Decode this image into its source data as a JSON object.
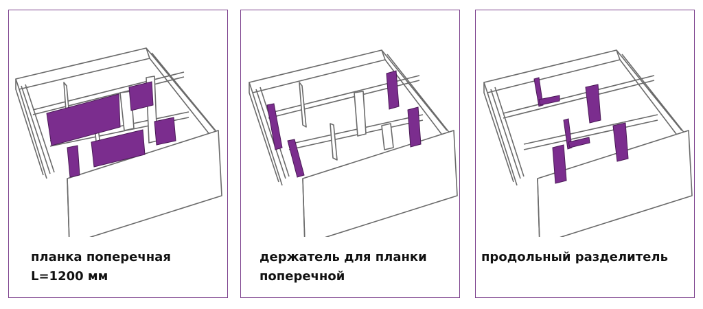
{
  "colors": {
    "accent": "#7b2d8e",
    "frame": "#7b3f8c",
    "line": "#6a6a6a"
  },
  "panels": [
    {
      "caption_line1": "планка поперечная",
      "caption_line2": "L=1200 мм",
      "highlight": "cross-bar"
    },
    {
      "caption_line1": "держатель для планки",
      "caption_line2": "поперечной",
      "highlight": "cross-bar-holder"
    },
    {
      "caption_line1": "продольный разделитель",
      "caption_line2": "",
      "highlight": "longitudinal-divider"
    }
  ]
}
